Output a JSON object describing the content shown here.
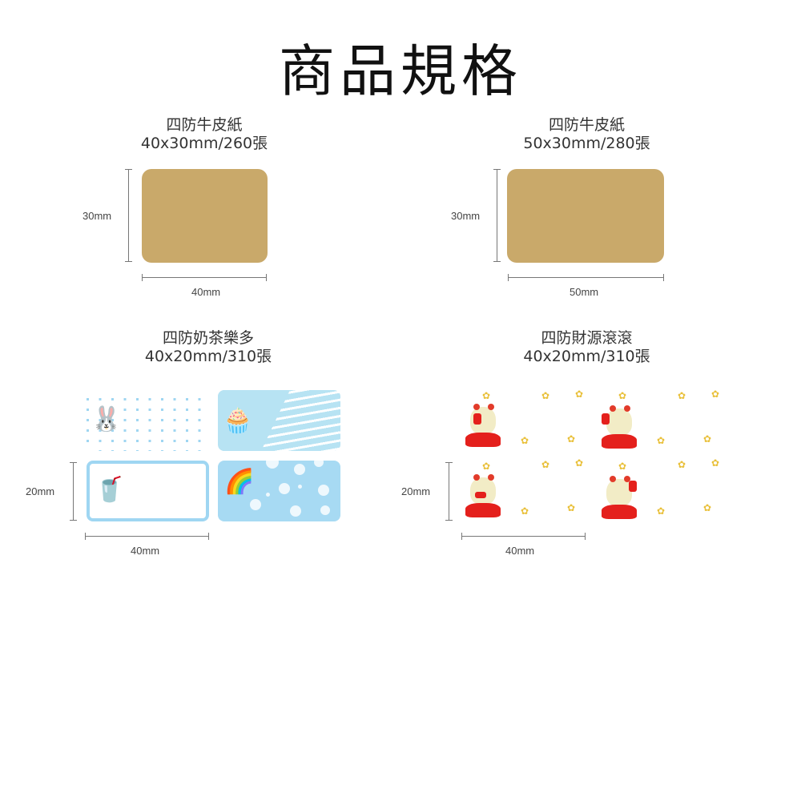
{
  "page": {
    "title": "商品規格"
  },
  "products": [
    {
      "name": "四防牛皮紙",
      "spec": "40x30mm/260張",
      "height_label": "30mm",
      "width_label": "40mm",
      "color": "#c9a96a",
      "style": "kraft"
    },
    {
      "name": "四防牛皮紙",
      "spec": "50x30mm/280張",
      "height_label": "30mm",
      "width_label": "50mm",
      "color": "#c9a96a",
      "style": "kraft"
    },
    {
      "name": "四防奶茶樂多",
      "spec": "40x20mm/310張",
      "height_label": "20mm",
      "width_label": "40mm",
      "color": "#9fd6f2",
      "style": "milk-tea-patterns",
      "stickers": [
        "blue-grid-rabbit",
        "wave-cupcake",
        "bordered-milk-tea",
        "bubbles-rainbow"
      ]
    },
    {
      "name": "四防財源滾滾",
      "spec": "40x20mm/310張",
      "height_label": "20mm",
      "width_label": "40mm",
      "color": "#e4201c",
      "style": "lucky-cat",
      "stickers": [
        "lucky-cat-1",
        "lucky-cat-2",
        "lucky-cat-3",
        "lucky-cat-4"
      ]
    }
  ]
}
